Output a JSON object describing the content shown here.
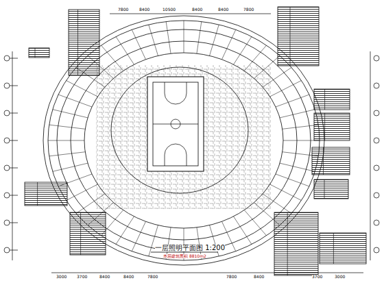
{
  "diagram": {
    "title": "一层照明平面图 1:200",
    "labels": [
      "本层建筑面积 8810m2",
      "7800",
      "8400",
      "10500",
      "8400",
      "8400",
      "7800",
      "3000",
      "3700",
      "8400",
      "8400",
      "7800",
      "7800",
      "8400",
      "3700",
      "3000"
    ]
  }
}
